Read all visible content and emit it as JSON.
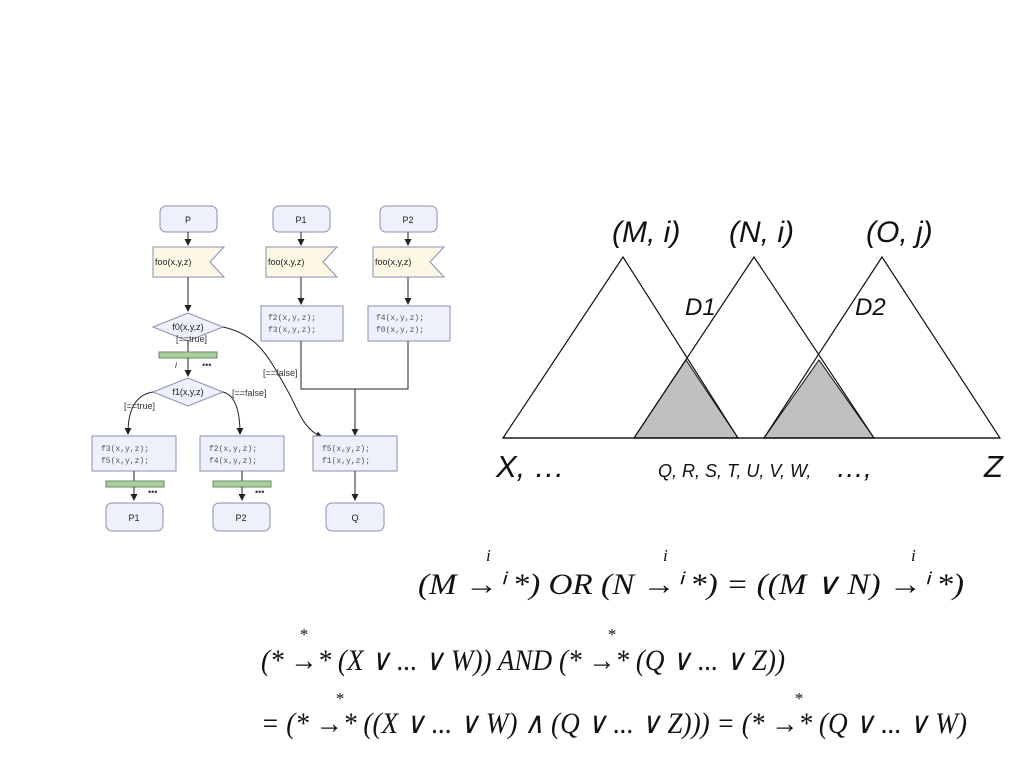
{
  "flowchart": {
    "starts": [
      "P",
      "P1",
      "P2"
    ],
    "calls": [
      "foo(x,y,z)",
      "foo(x,y,z)",
      "foo(x,y,z)"
    ],
    "code_p1": [
      "f2(x,y,z);",
      "f3(x,y,z);"
    ],
    "code_p2": [
      "f4(x,y,z);",
      "f0(x,y,z);"
    ],
    "decision0": "f0(x,y,z)",
    "decision1": "f1(x,y,z)",
    "guard0_true": "[==true]",
    "guard0_false": "[==false]",
    "guard1_true": "[==true]",
    "guard1_false": "[==false]",
    "fork_label": "i",
    "ellipsis": "•••",
    "code_a": [
      "f3(x,y,z);",
      "f5(x,y,z);"
    ],
    "code_b": [
      "f2(x,y,z);",
      "f4(x,y,z);"
    ],
    "code_c": [
      "f5(x,y,z);",
      "f1(x,y,z);"
    ],
    "ends": [
      "P1",
      "P2",
      "Q"
    ]
  },
  "trees": {
    "labels": [
      "(M, i)",
      "(N, i)",
      "(O, j)"
    ],
    "overlap_labels": [
      "D1",
      "D2"
    ],
    "leaf_left": "X, …",
    "leaf_middle": "Q, R, S, T, U, V, W,",
    "leaf_middle_ellipsis": "…,",
    "leaf_right": "Z"
  },
  "formulas": {
    "line1": "(M →ⁱ *) OR (N →ⁱ *) = ((M ∨ N) →ⁱ *)",
    "line1_sup": "i",
    "line2": "(* →* (X ∨ ... ∨ W)) AND (* →* (Q ∨ ... ∨ Z))",
    "line2_sup": "*",
    "line3": "= (* →* ((X ∨ ... ∨ W) ∧ (Q ∨ ... ∨ Z))) = (* →* (Q ∨ ... ∨ W)",
    "line3_sup": "*"
  },
  "colors": {
    "node_fill": "#eef0fb",
    "node_stroke": "#8a8fb0",
    "call_fill": "#fdf7e6",
    "fork_bar": "#a9cf9f",
    "shaded": "#c0c0c0"
  }
}
